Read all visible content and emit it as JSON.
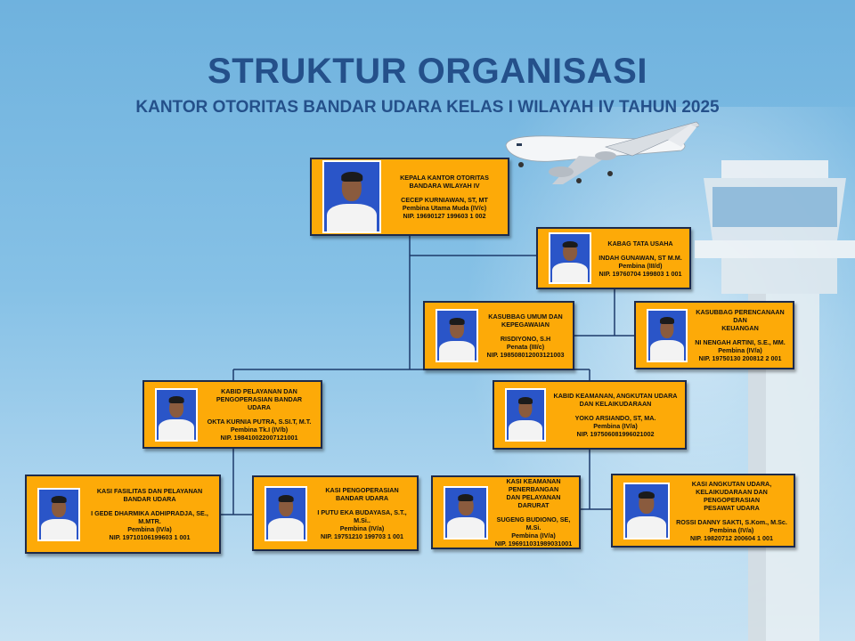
{
  "header": {
    "title": "STRUKTUR ORGANISASI",
    "subtitle": "KANTOR OTORITAS BANDAR UDARA KELAS I WILAYAH IV TAHUN 2025"
  },
  "colors": {
    "card": "#fdaa08",
    "title": "#24508a",
    "line": "#1d3a6a"
  },
  "positions": [
    {
      "id": "kepala",
      "title": [
        "KEPALA KANTOR OTORITAS",
        "BANDARA WILAYAH IV"
      ],
      "name": "CECEP KURNIAWAN,  ST, MT",
      "rank": "Pembina Utama Muda (IV/c)",
      "nip": "NIP. 19690127  199603  1 002"
    },
    {
      "id": "kabag-tu",
      "title": [
        "KABAG TATA USAHA"
      ],
      "name": "INDAH GUNAWAN, ST M.M.",
      "rank": "Pembina (III/d)",
      "nip": "NIP. 19760704 199803 1 001"
    },
    {
      "id": "kasubbag-umum",
      "title": [
        "KASUBBAG UMUM DAN",
        "KEPEGAWAIAN"
      ],
      "name": "RISDIYONO, S.H",
      "rank": "Penata (III/c)",
      "nip": "NIP. 198508012003121003"
    },
    {
      "id": "kasubbag-perencanaan",
      "title": [
        "KASUBBAG PERENCANAAN DAN",
        "KEUANGAN"
      ],
      "name": "NI NENGAH ARTINI, S.E., MM.",
      "rank": "Pembina (IV/a)",
      "nip": "NIP. 19750130 200812 2 001"
    },
    {
      "id": "kabid-pelayanan",
      "title": [
        "KABID PELAYANAN DAN",
        "PENGOPERASIAN BANDAR",
        "UDARA"
      ],
      "name": "OKTA KURNIA PUTRA, S.SI.T, M.T.",
      "rank": "Pembina Tk.I (IV/b)",
      "nip": "NIP. 198410022007121001"
    },
    {
      "id": "kabid-keamanan",
      "title": [
        "KABID KEAMANAN, ANGKUTAN UDARA",
        "DAN KELAIKUDARAAN"
      ],
      "name": "YOKO ARSIANDO, ST, MA.",
      "rank": "Pembina (IV/a)",
      "nip": "NIP. 197506081996021002"
    },
    {
      "id": "kasi-fasilitas",
      "title": [
        "KASI FASILITAS DAN PELAYANAN",
        "BANDAR UDARA"
      ],
      "name": "I GEDE DHARMIKA ADHIPRADJA, SE., M.MTR.",
      "rank": "Pembina (IV/a)",
      "nip": "NIP. 19710106199603  1 001"
    },
    {
      "id": "kasi-pengoperasian",
      "title": [
        "KASI PENGOPERASIAN",
        "BANDAR UDARA"
      ],
      "name": "I PUTU EKA BUDAYASA, S.T., M.Si..",
      "rank": "Pembina (IV/a)",
      "nip": "NIP. 19751210  199703 1 001"
    },
    {
      "id": "kasi-keamanan",
      "title": [
        "KASI KEAMANAN",
        "PENERBANGAN",
        "DAN PELAYANAN DARURAT"
      ],
      "name": "SUGENG BUDIONO, SE, M.Si.",
      "rank": "Pembina (IV/a)",
      "nip": "NIP. 196911031989031001"
    },
    {
      "id": "kasi-angkutan",
      "title": [
        "KASI ANGKUTAN UDARA,",
        "KELAIKUDARAAN DAN PENGOPERASIAN",
        "PESAWAT UDARA"
      ],
      "name": "ROSSI DANNY SAKTI, S.Kom., M.Sc.",
      "rank": "Pembina (IV/a)",
      "nip": "NIP. 19820712 200604 1 001"
    }
  ]
}
